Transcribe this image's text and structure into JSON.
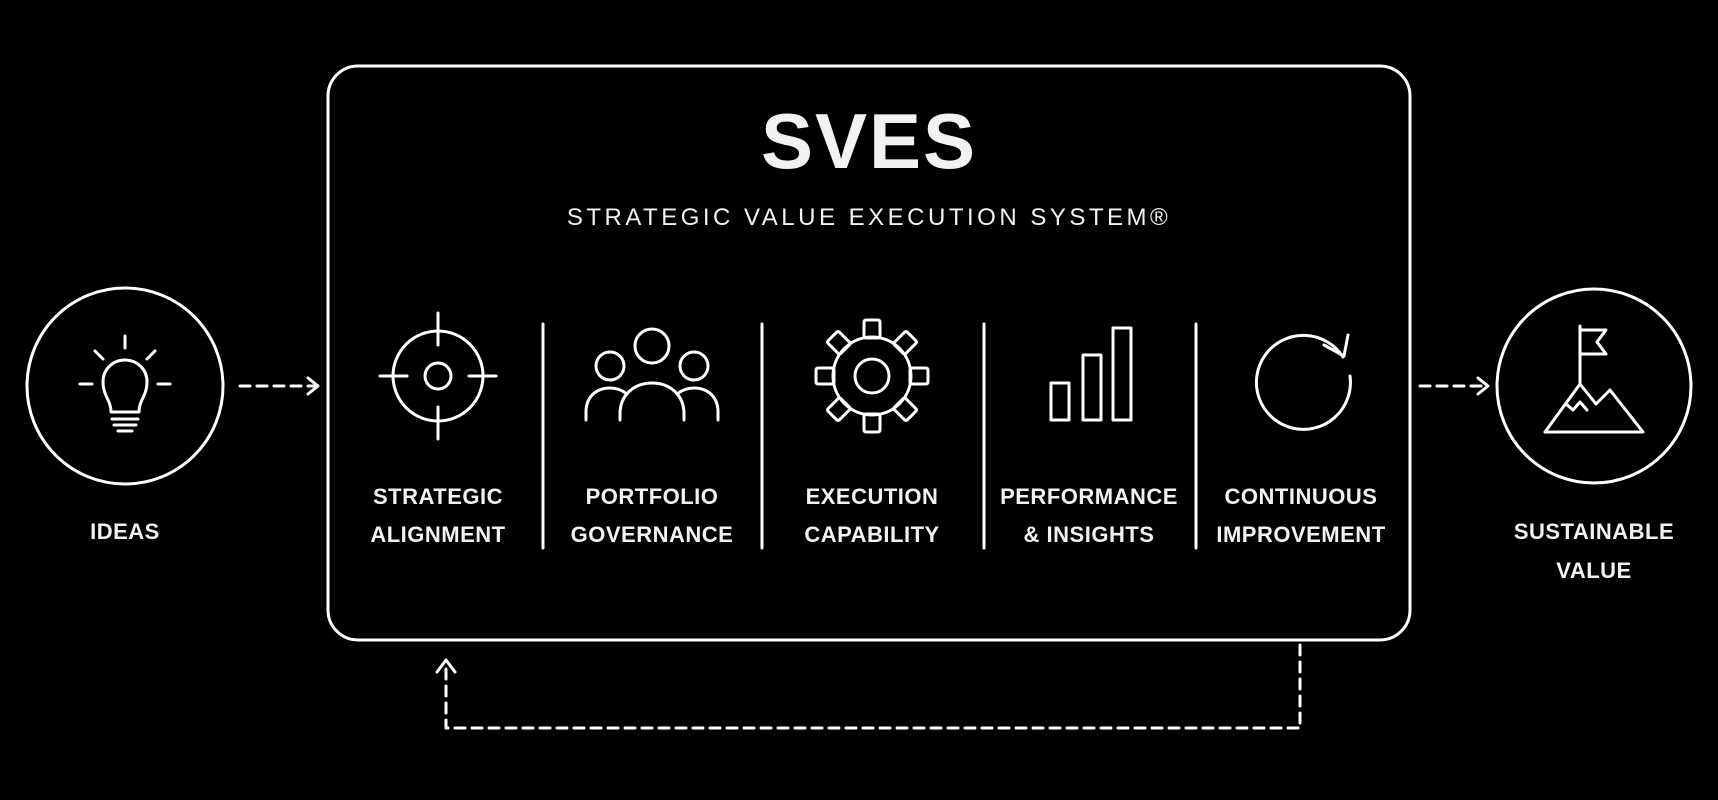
{
  "diagram": {
    "title": "SVES",
    "subtitle": "STRATEGIC VALUE EXECUTION SYSTEM®",
    "input": {
      "label": "IDEAS",
      "icon": "lightbulb-icon"
    },
    "output": {
      "label_line1": "SUSTAINABLE",
      "label_line2": "VALUE",
      "icon": "mountain-flag-icon"
    },
    "stages": [
      {
        "line1": "STRATEGIC",
        "line2": "ALIGNMENT",
        "icon": "target-crosshair-icon"
      },
      {
        "line1": "PORTFOLIO",
        "line2": "GOVERNANCE",
        "icon": "people-group-icon"
      },
      {
        "line1": "EXECUTION",
        "line2": "CAPABILITY",
        "icon": "gear-icon"
      },
      {
        "line1": "PERFORMANCE",
        "line2": "& INSIGHTS",
        "icon": "bar-chart-icon"
      },
      {
        "line1": "CONTINUOUS",
        "line2": "IMPROVEMENT",
        "icon": "refresh-cycle-icon"
      }
    ],
    "colors": {
      "background": "#000000",
      "stroke": "#ffffff",
      "text": "#f2f2f2"
    }
  }
}
